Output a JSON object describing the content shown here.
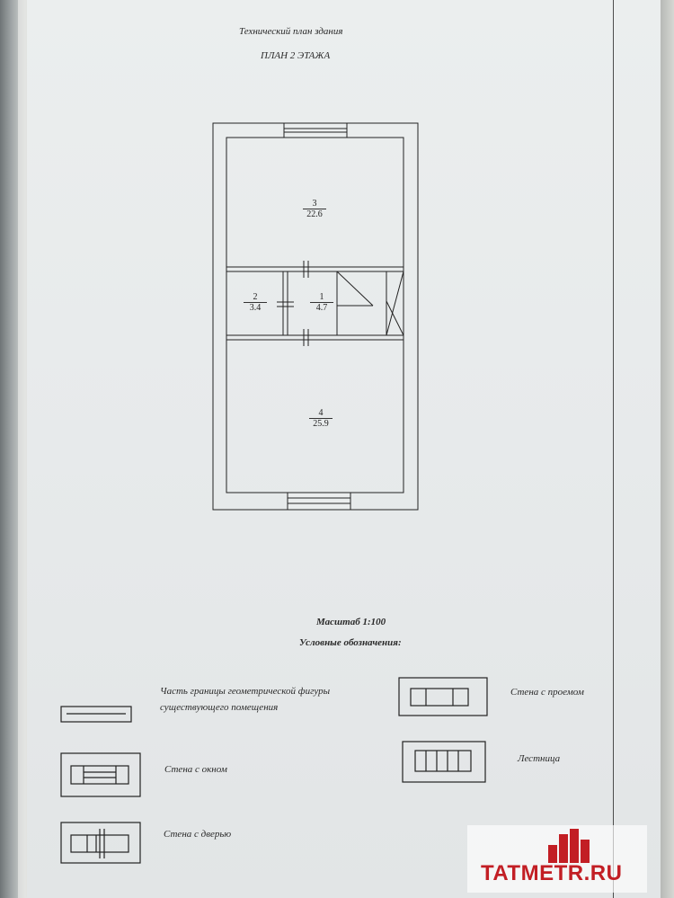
{
  "header": {
    "doc_title": "Технический план здания",
    "plan_title": "ПЛАН 2 ЭТАЖА"
  },
  "rooms": [
    {
      "number": "3",
      "area": "22.6"
    },
    {
      "number": "2",
      "area": "3.4"
    },
    {
      "number": "1",
      "area": "4.7"
    },
    {
      "number": "4",
      "area": "25.9"
    }
  ],
  "scale": "Масштаб 1:100",
  "legend": {
    "title": "Условные обозначения:",
    "items": [
      {
        "label_line1": "Часть границы геометрической фигуры",
        "label_line2": "существующего помещения"
      },
      {
        "label": "Стена с проемом"
      },
      {
        "label": "Стена с окном"
      },
      {
        "label": "Лестница"
      },
      {
        "label": "Стена с дверью"
      }
    ]
  },
  "watermark": {
    "text": "TATMETR.RU",
    "color": "#c21e24"
  }
}
